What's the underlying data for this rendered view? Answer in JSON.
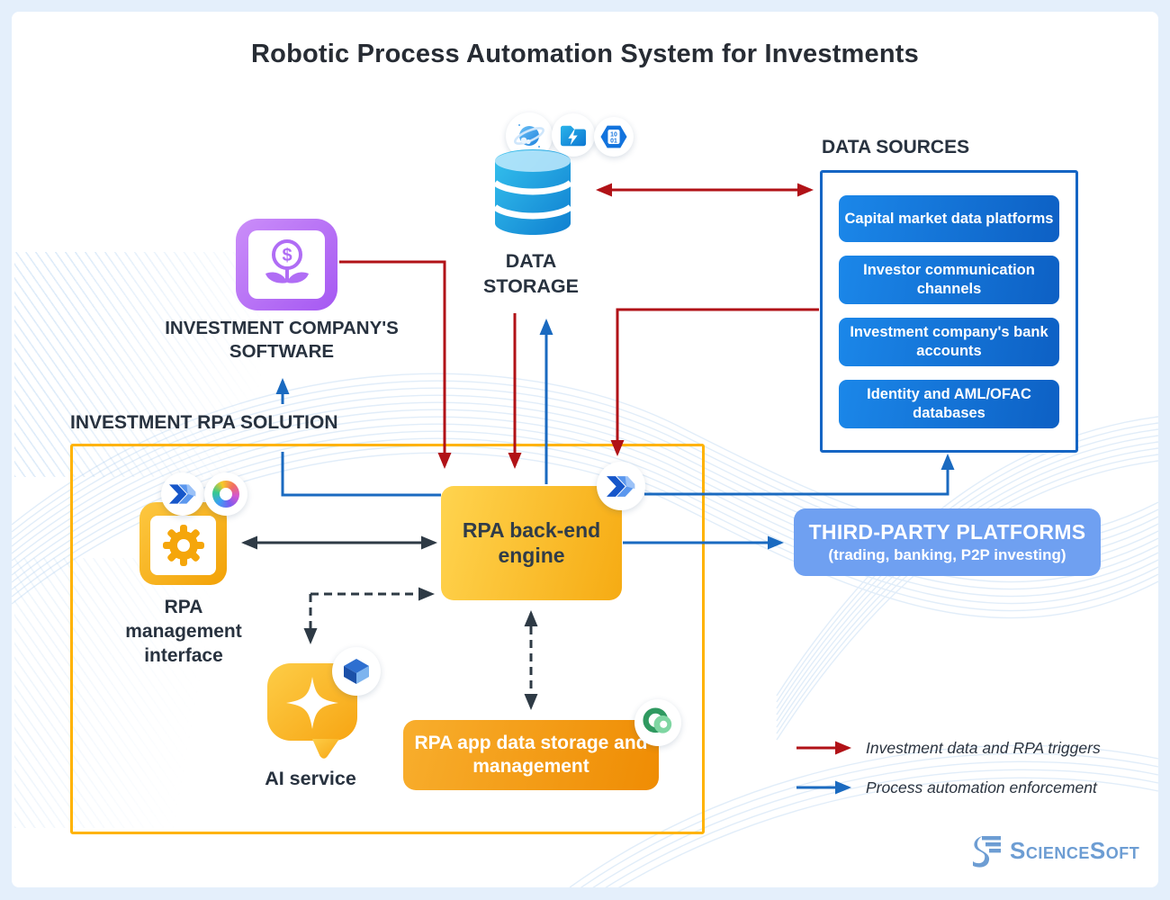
{
  "title": "Robotic Process Automation System for Investments",
  "data_storage": {
    "label": "DATA STORAGE"
  },
  "data_sources": {
    "title": "DATA SOURCES",
    "items": [
      "Capital market data platforms",
      "Investor communication channels",
      "Investment company's bank accounts",
      "Identity and AML/OFAC databases"
    ]
  },
  "company_software": {
    "label": "INVESTMENT COMPANY'S SOFTWARE"
  },
  "rpa_solution": {
    "label": "INVESTMENT RPA SOLUTION",
    "management_interface_label": "RPA management interface",
    "engine_label": "RPA back-end engine",
    "ai_service_label": "AI service",
    "app_storage_label": "RPA app data storage and management"
  },
  "third_party": {
    "title": "THIRD-PARTY PLATFORMS",
    "subtitle": "(trading, banking, P2P investing)"
  },
  "legend": [
    {
      "label": "Investment data and RPA triggers",
      "color": "#b11217"
    },
    {
      "label": "Process automation enforcement",
      "color": "#1a6ac0"
    }
  ],
  "branding": {
    "name": "ScienceSoft"
  },
  "icon_text": {
    "binary_top": "10",
    "binary_bottom": "01",
    "dollar": "$"
  },
  "colors": {
    "red_arrow": "#b11217",
    "blue_arrow": "#1a6ac0",
    "dark_arrow": "#2e3a45",
    "rpa_border": "#ffb302",
    "data_sources_border": "#1565c4",
    "data_source_item": "#1373d9",
    "engine_fill": "#f9bc2c",
    "app_storage_fill": "#f39d18",
    "third_party_fill": "#6fa0f1",
    "software_icon": "#b06ff5",
    "background": "#e4effb",
    "logo_blue": "#6d9dd3"
  },
  "icons": [
    "database-cylinder-icon",
    "planet-icon",
    "folder-lightning-icon",
    "binary-hexagon-icon",
    "money-plant-icon",
    "gear-icon",
    "power-automate-icon",
    "copilot-icon",
    "sparkle-chat-icon",
    "azure-cube-icon",
    "green-circles-icon",
    "sciencesoft-logo-icon"
  ]
}
